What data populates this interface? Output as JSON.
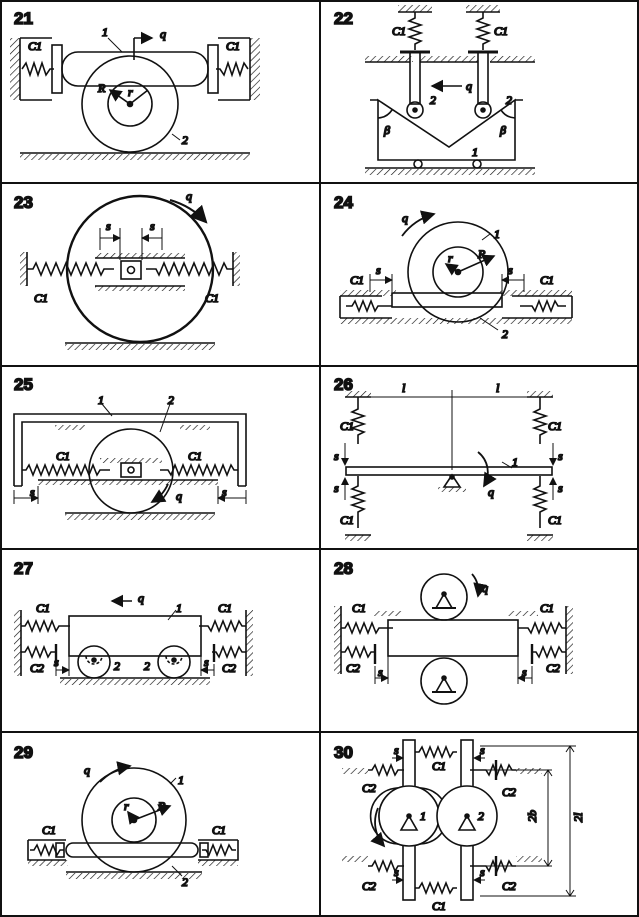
{
  "panels": [
    {
      "number": "21",
      "labels": {
        "c_left": "C1",
        "c_right": "C1",
        "body1": "1",
        "body2": "2",
        "q": "q",
        "R": "R",
        "r": "r"
      }
    },
    {
      "number": "22",
      "labels": {
        "c_left": "C1",
        "c_right": "C1",
        "roller_left": "2",
        "roller_right": "2",
        "body1": "1",
        "q": "q",
        "beta_left": "β",
        "beta_right": "β"
      }
    },
    {
      "number": "23",
      "labels": {
        "c_left": "C1",
        "c_right": "C1",
        "s_left": "s",
        "s_right": "s",
        "q": "q"
      }
    },
    {
      "number": "24",
      "labels": {
        "c_left": "C1",
        "c_right": "C1",
        "s_left": "s",
        "s_right": "s",
        "q": "q",
        "r": "r",
        "R": "R",
        "body1": "1",
        "body2": "2"
      }
    },
    {
      "number": "25",
      "labels": {
        "c_left": "C1",
        "c_right": "C1",
        "s_left": "s",
        "s_right": "s",
        "q": "q",
        "body1": "1",
        "body2": "2"
      }
    },
    {
      "number": "26",
      "labels": {
        "l_left": "l",
        "l_right": "l",
        "c_tl": "C1",
        "c_tr": "C1",
        "c_bl": "C1",
        "c_br": "C1",
        "s_tl": "s",
        "s_tr": "s",
        "s_bl": "s",
        "s_br": "s",
        "q": "q",
        "body1": "1"
      }
    },
    {
      "number": "27",
      "labels": {
        "c1_left": "C1",
        "c1_right": "C1",
        "c2_left": "C2",
        "c2_right": "C2",
        "s_left": "s",
        "s_right": "s",
        "q": "q",
        "body1": "1",
        "wheel_left": "2",
        "wheel_right": "2"
      }
    },
    {
      "number": "28",
      "labels": {
        "c1_left": "C1",
        "c1_right": "C1",
        "c2_left": "C2",
        "c2_right": "C2",
        "s_left": "s",
        "s_right": "s",
        "q": "q"
      }
    },
    {
      "number": "29",
      "labels": {
        "c_left": "C1",
        "c_right": "C1",
        "q": "q",
        "r": "r",
        "R": "R",
        "body1": "1",
        "body2": "2"
      }
    },
    {
      "number": "30",
      "labels": {
        "s_tl": "s",
        "s_tr": "s",
        "s_bl": "s",
        "s_br": "s",
        "c1_top": "C1",
        "c1_bottom": "C1",
        "c2_tl": "C2",
        "c2_tr": "C2",
        "c2_bl": "C2",
        "c2_br": "C2",
        "disk1": "1",
        "disk2": "2",
        "dim_2b": "2b",
        "dim_2l": "2l"
      }
    }
  ]
}
